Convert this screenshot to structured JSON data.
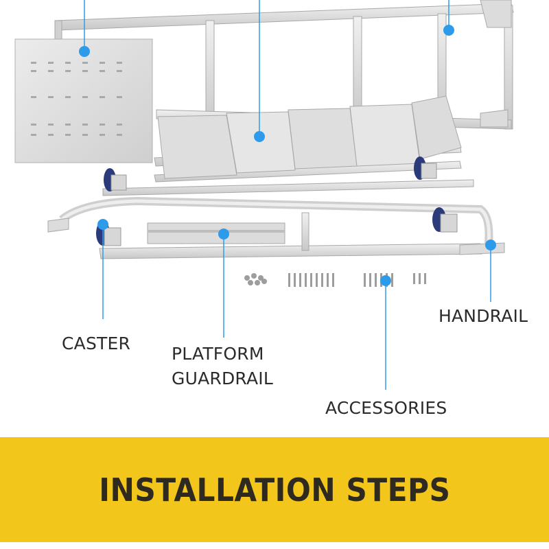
{
  "callouts": {
    "caster": "CASTER",
    "platform_guardrail_line1": "PLATFORM",
    "platform_guardrail_line2": "GUARDRAIL",
    "handrail": "HANDRAIL",
    "accessories": "ACCESSORIES"
  },
  "banner": {
    "title": "INSTALLATION STEPS"
  },
  "colors": {
    "banner_bg": "#f3c61b",
    "banner_text": "#2f2a20",
    "callout_dot": "#2e9bea",
    "callout_line": "#2e9bea",
    "frame_metal": "#d9d9d9",
    "caster_wheel": "#2b3a7a"
  }
}
